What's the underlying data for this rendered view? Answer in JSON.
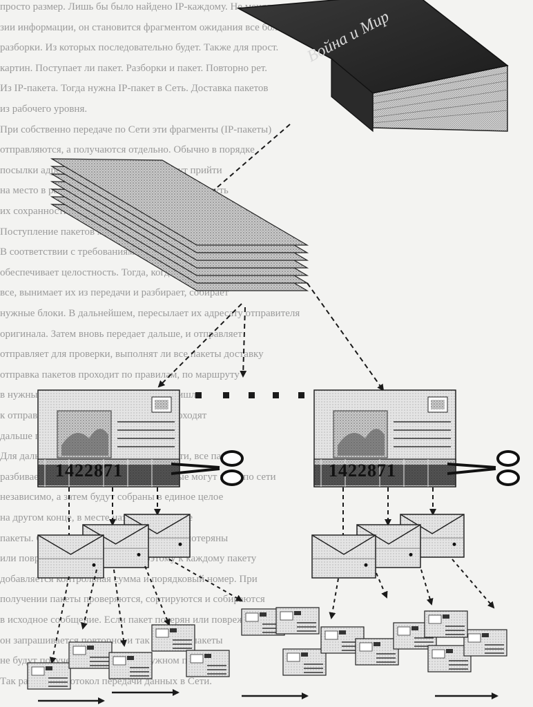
{
  "book": {
    "title": "Война и Мир"
  },
  "postcards": {
    "code_left": "1422871",
    "code_right": "1422871"
  },
  "colors": {
    "ink": "#1a1a1a",
    "paper": "#f3f3f1",
    "gray": "#8a8a8a",
    "dark": "#2b2b2b"
  },
  "background_text": [
    "просто размер. Лишь бы было найдено IP-каждому. Не меняя",
    "зии информации, он становится фрагментом ожидания все большей группы",
    "разборки. Из которых последовательно будет. Также для прост.",
    "картин. Поступает ли пакет. Разборки и пакет. Повторно рет.",
    "Из IP-пакета. Тогда нужна IP-пакет в Сеть. Доставка пакетов",
    "из рабочего уровня.",
    "При собственно передаче по Сети эти фрагменты (IP-пакеты)",
    "отправляются, а получаются отдельно. Обычно в порядке",
    "посылки адресата. Впрочем, пакеты могут прийти",
    "на место в разной последовательности, другой путь",
    "их сохранности и доставка к адресату. С каждым",
    "Поступление пакетов может происходить в ином",
    "В соответствии с требованиями, с указанием IP-пакета, TCP",
    "обеспечивает целостность. Тогда, когда адресат получает",
    "все, вынимает их из передачи и разбирает, собирает",
    "нужные блоки. В дальнейшем, пересылает их адресату отправителя",
    "оригинала. Затем вновь передает дальше, и отправляет",
    "отправляет для проверки, выполнят ли все пакеты доставку",
    "отправка пакетов проходит по правилам, по маршруту",
    "в нужный момент, по всем правилам, пришли",
    "к отправителю. При этом, все пакеты проходят",
    "дальше по сети",
    "Для дальнейшей передачи, по отдельности, все пакеты",
    "разбивается на отдельные пакеты, которые могут идти по сети",
    "независимо, а затем будут собраны в единое целое",
    "на другом конце, в месте назначения. Такие",
    "пакеты. Сами по себе, пакеты могут быть потеряны",
    "или повреждены при передаче, поэтому к каждому пакету",
    "добавляется контрольная сумма и порядковый номер. При",
    "получении пакеты проверяются, сортируются и собираются",
    "в исходное сообщение. Если пакет потерян или поврежден",
    "он запрашивается повторно, и так пока все пакеты",
    "не будут получены правильно, в нужном порядке.",
    "Так работает протокол передачи данных в Сети."
  ]
}
